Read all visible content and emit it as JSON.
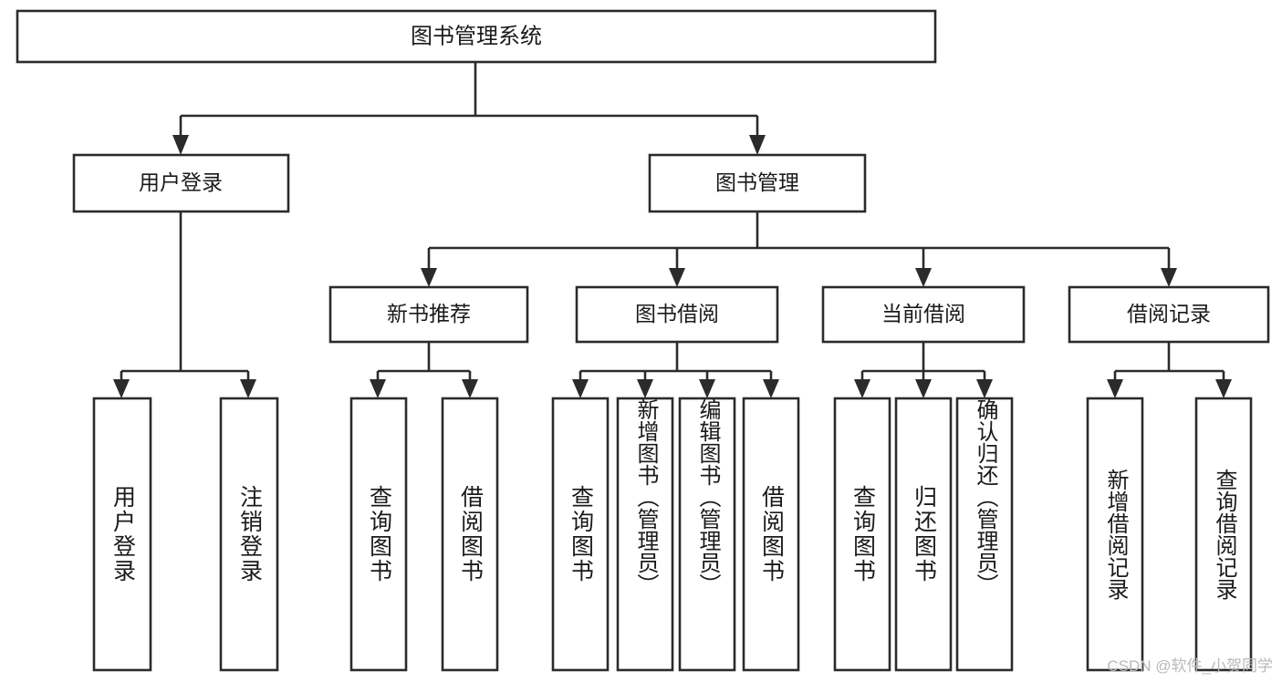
{
  "diagram": {
    "type": "tree-hierarchy-flowchart",
    "title": "图书管理系统",
    "colors": {
      "box_stroke": "#2b2b2b",
      "box_fill": "#ffffff",
      "text": "#1a1a1a",
      "background": "#ffffff",
      "watermark": "#b9b9b9"
    },
    "root": {
      "label": "图书管理系统"
    },
    "level2": [
      {
        "id": "user-login",
        "label": "用户登录"
      },
      {
        "id": "book-management",
        "label": "图书管理"
      }
    ],
    "level3": [
      {
        "id": "new-book-recommend",
        "label": "新书推荐",
        "parent": "book-management"
      },
      {
        "id": "book-borrow",
        "label": "图书借阅",
        "parent": "book-management"
      },
      {
        "id": "current-borrow",
        "label": "当前借阅",
        "parent": "book-management"
      },
      {
        "id": "borrow-record",
        "label": "借阅记录",
        "parent": "book-management"
      }
    ],
    "leaves": {
      "user-login": [
        {
          "id": "leaf-user-login",
          "label": "用户登录"
        },
        {
          "id": "leaf-logout",
          "label": "注销登录"
        }
      ],
      "new-book-recommend": [
        {
          "id": "leaf-query-book-1",
          "label": "查询图书"
        },
        {
          "id": "leaf-borrow-book-1",
          "label": "借阅图书"
        }
      ],
      "book-borrow": [
        {
          "id": "leaf-query-book-2",
          "label": "查询图书"
        },
        {
          "id": "leaf-add-book",
          "label": "新增图书（管理员）"
        },
        {
          "id": "leaf-edit-book",
          "label": "编辑图书（管理员）"
        },
        {
          "id": "leaf-borrow-book-2",
          "label": "借阅图书"
        }
      ],
      "current-borrow": [
        {
          "id": "leaf-query-book-3",
          "label": "查询图书"
        },
        {
          "id": "leaf-return-book",
          "label": "归还图书"
        },
        {
          "id": "leaf-confirm-return",
          "label": "确认归还（管理员）"
        }
      ],
      "borrow-record": [
        {
          "id": "leaf-add-record",
          "label": "新增借阅记录"
        },
        {
          "id": "leaf-query-record",
          "label": "查询借阅记录"
        }
      ]
    }
  },
  "watermark": {
    "text": "CSDN @软件_小贺同学"
  }
}
